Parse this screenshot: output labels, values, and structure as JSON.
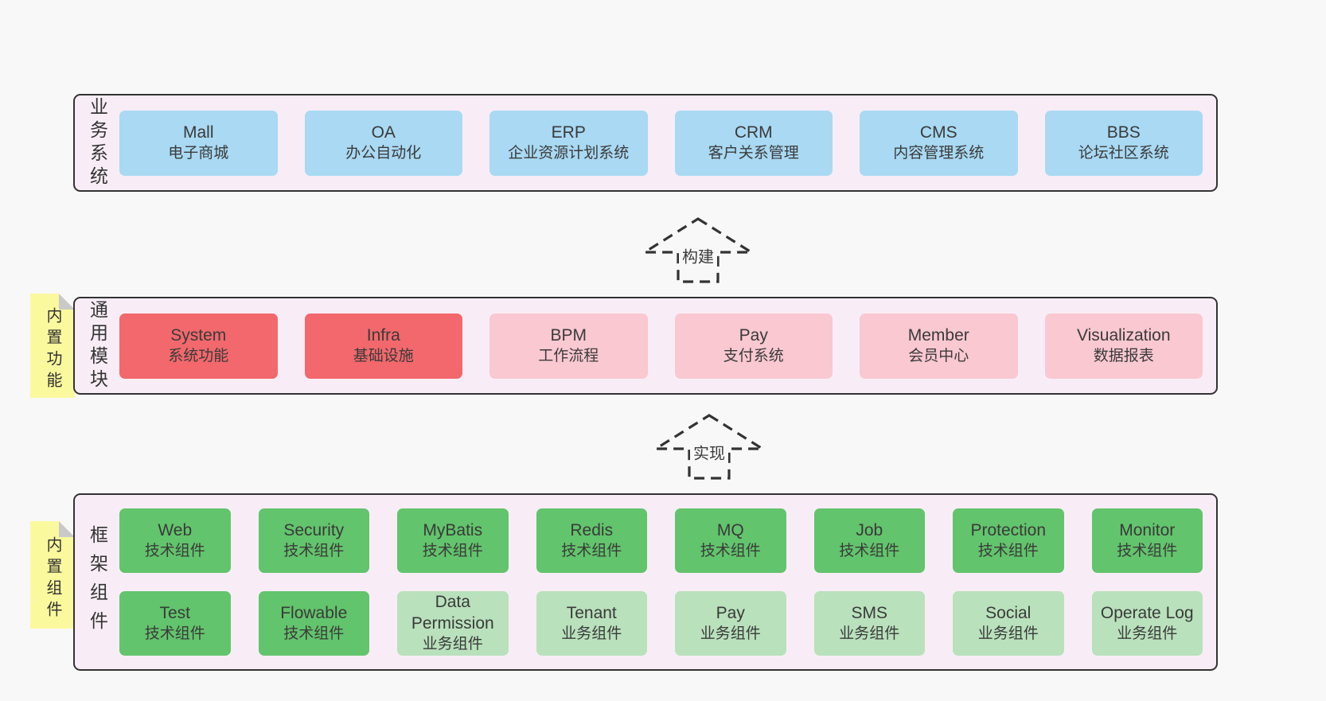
{
  "colors": {
    "page_bg": "#f8f8f8",
    "section_bg": "#f8edf6",
    "border": "#333333",
    "text": "#3a3a3a",
    "blue": "#a9d9f3",
    "red": "#f2686c",
    "pink": "#f9c8d1",
    "green": "#62c46c",
    "green_light": "#b9e1bc",
    "yellow": "#fbf99e",
    "fold": "#c9c9c9"
  },
  "arrows": [
    {
      "label": "构建"
    },
    {
      "label": "实现"
    }
  ],
  "sections": [
    {
      "id": "business",
      "label": "业务系统",
      "boxes": [
        {
          "name": "Mall",
          "desc": "电子商城",
          "variant": "blue"
        },
        {
          "name": "OA",
          "desc": "办公自动化",
          "variant": "blue"
        },
        {
          "name": "ERP",
          "desc": "企业资源计划系统",
          "variant": "blue"
        },
        {
          "name": "CRM",
          "desc": "客户关系管理",
          "variant": "blue"
        },
        {
          "name": "CMS",
          "desc": "内容管理系统",
          "variant": "blue"
        },
        {
          "name": "BBS",
          "desc": "论坛社区系统",
          "variant": "blue"
        }
      ]
    },
    {
      "id": "modules",
      "label": "通用模块",
      "tag": "内置功能",
      "boxes": [
        {
          "name": "System",
          "desc": "系统功能",
          "variant": "red"
        },
        {
          "name": "Infra",
          "desc": "基础设施",
          "variant": "red"
        },
        {
          "name": "BPM",
          "desc": "工作流程",
          "variant": "pink"
        },
        {
          "name": "Pay",
          "desc": "支付系统",
          "variant": "pink"
        },
        {
          "name": "Member",
          "desc": "会员中心",
          "variant": "pink"
        },
        {
          "name": "Visualization",
          "desc": "数据报表",
          "variant": "pink"
        }
      ]
    },
    {
      "id": "framework",
      "label": "框架组件",
      "tag": "内置组件",
      "rows": [
        [
          {
            "name": "Web",
            "desc": "技术组件",
            "variant": "green"
          },
          {
            "name": "Security",
            "desc": "技术组件",
            "variant": "green"
          },
          {
            "name": "MyBatis",
            "desc": "技术组件",
            "variant": "green"
          },
          {
            "name": "Redis",
            "desc": "技术组件",
            "variant": "green"
          },
          {
            "name": "MQ",
            "desc": "技术组件",
            "variant": "green"
          },
          {
            "name": "Job",
            "desc": "技术组件",
            "variant": "green"
          },
          {
            "name": "Protection",
            "desc": "技术组件",
            "variant": "green"
          },
          {
            "name": "Monitor",
            "desc": "技术组件",
            "variant": "green"
          }
        ],
        [
          {
            "name": "Test",
            "desc": "技术组件",
            "variant": "green"
          },
          {
            "name": "Flowable",
            "desc": "技术组件",
            "variant": "green"
          },
          {
            "name": "Data Permission",
            "desc": "业务组件",
            "variant": "green-light"
          },
          {
            "name": "Tenant",
            "desc": "业务组件",
            "variant": "green-light"
          },
          {
            "name": "Pay",
            "desc": "业务组件",
            "variant": "green-light"
          },
          {
            "name": "SMS",
            "desc": "业务组件",
            "variant": "green-light"
          },
          {
            "name": "Social",
            "desc": "业务组件",
            "variant": "green-light"
          },
          {
            "name": "Operate Log",
            "desc": "业务组件",
            "variant": "green-light"
          }
        ]
      ]
    }
  ]
}
